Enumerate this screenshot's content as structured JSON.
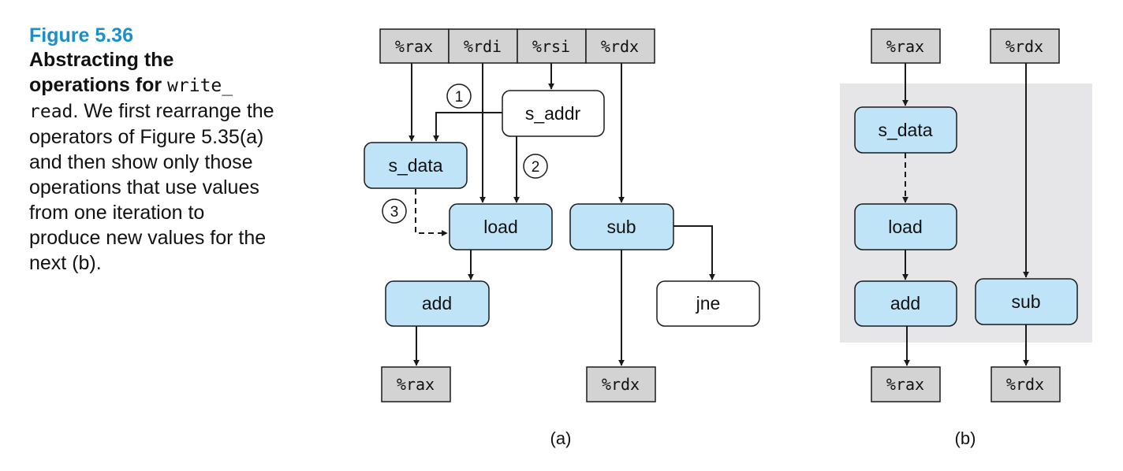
{
  "caption": {
    "figure_number": "Figure 5.36",
    "title_line1": "Abstracting the",
    "title_line2_bold": "operations for",
    "title_line2_code": "write_",
    "line3_code": "read",
    "line3_text": ". We first rearrange the",
    "line4": "operators of Figure 5.35(a)",
    "line5": "and then show only those",
    "line6": "operations that use values",
    "line7": "from one iteration to",
    "line8": "produce new values for the",
    "line9": "next (b)."
  },
  "diagram_a": {
    "label": "(a)",
    "registers_top": [
      "%rax",
      "%rdi",
      "%rsi",
      "%rdx"
    ],
    "nodes": {
      "s_addr": "s_addr",
      "s_data": "s_data",
      "load": "load",
      "sub": "sub",
      "add": "add",
      "jne": "jne"
    },
    "markers": [
      "1",
      "2",
      "3"
    ],
    "registers_bottom": [
      "%rax",
      "%rdx"
    ]
  },
  "diagram_b": {
    "label": "(b)",
    "registers_top": [
      "%rax",
      "%rdx"
    ],
    "nodes": {
      "s_data": "s_data",
      "load": "load",
      "add": "add",
      "sub": "sub"
    },
    "registers_bottom": [
      "%rax",
      "%rdx"
    ]
  },
  "colors": {
    "figure_accent": "#1a8fc9",
    "register_fill": "#d3d3d3",
    "operation_fill": "#bfe4f8",
    "plain_fill": "#ffffff",
    "panel_shade": "#e6e6e8",
    "stroke": "#1a1a1a"
  }
}
